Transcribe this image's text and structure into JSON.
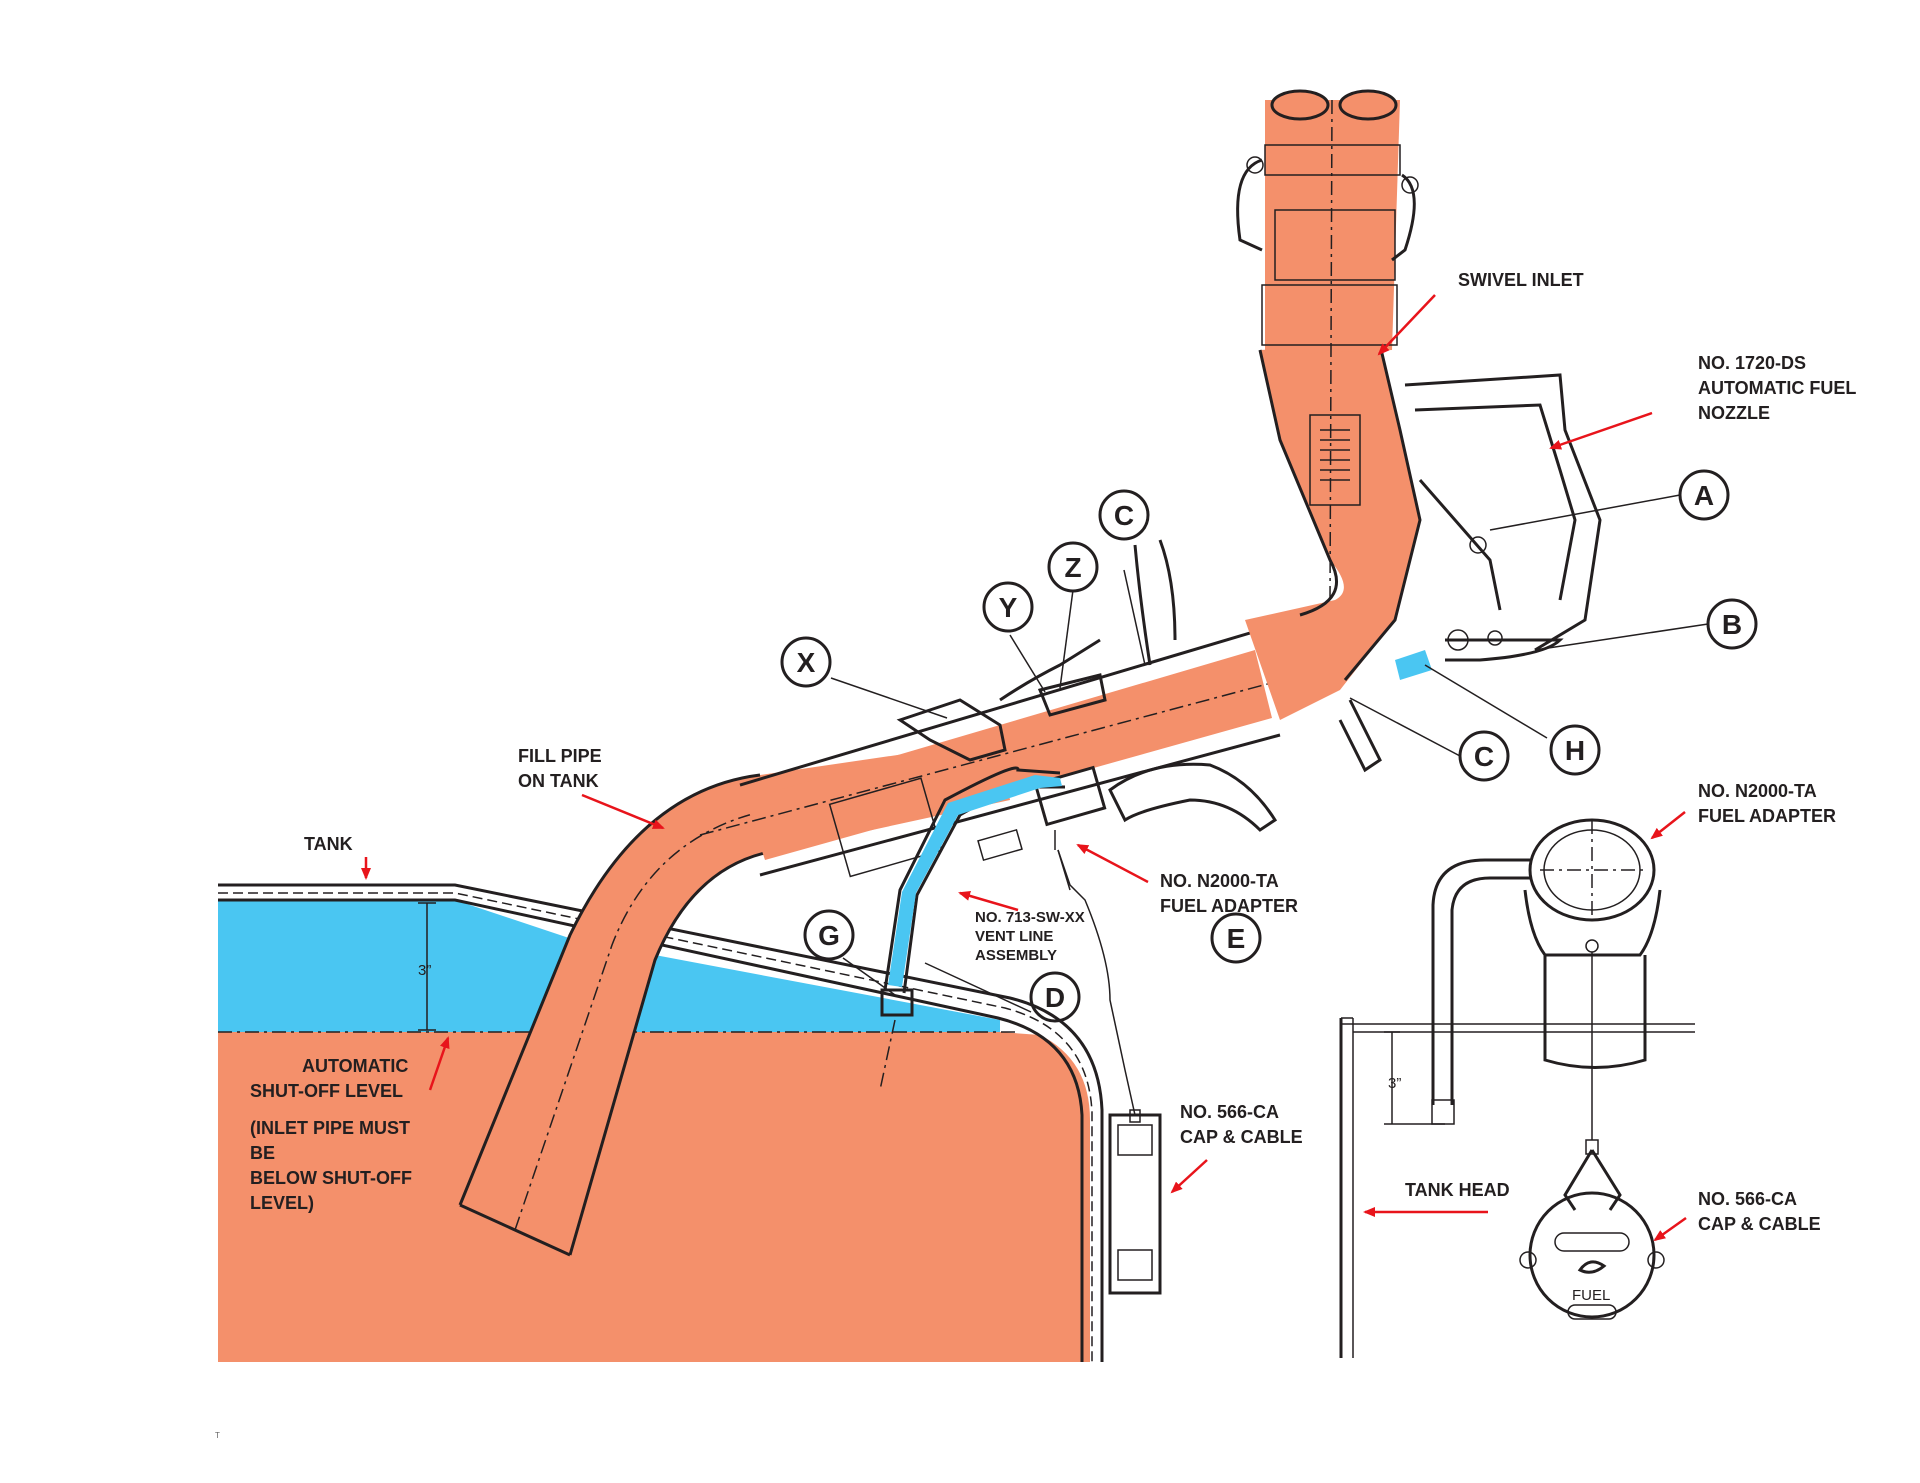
{
  "colors": {
    "fuel": "#f4906b",
    "vapor": "#4ac6f2",
    "outline": "#231f20",
    "arrow": "#e8141b"
  },
  "labels": {
    "swivel_inlet": "SWIVEL INLET",
    "nozzle": [
      "NO. 1720-DS",
      "AUTOMATIC FUEL",
      "NOZZLE"
    ],
    "fill_pipe": [
      "FILL PIPE",
      "ON TANK"
    ],
    "tank": "TANK",
    "three_inch_left": "3”",
    "shutoff": [
      "AUTOMATIC",
      "SHUT-OFF LEVEL"
    ],
    "inlet_note": [
      "(INLET PIPE MUST",
      "BE",
      "BELOW SHUT-OFF",
      "LEVEL)"
    ],
    "adapter_center": [
      "NO. N2000-TA",
      "FUEL ADAPTER"
    ],
    "vent_line": [
      "NO. 713-SW-XX",
      "VENT LINE",
      "ASSEMBLY"
    ],
    "cap_center": [
      "NO. 566-CA",
      "CAP & CABLE"
    ],
    "adapter_right": [
      "NO. N2000-TA",
      "FUEL ADAPTER"
    ],
    "three_inch_right": "3”",
    "tank_head": "TANK HEAD",
    "cap_right": [
      "NO. 566-CA",
      "CAP & CABLE"
    ],
    "cap_fuel": "FUEL",
    "page_mark": "T"
  },
  "callouts": {
    "A": "A",
    "B": "B",
    "C1": "C",
    "C2": "C",
    "E": "E",
    "H": "H",
    "X": "X",
    "Y": "Y",
    "Z": "Z",
    "G": "G",
    "D": "D"
  }
}
